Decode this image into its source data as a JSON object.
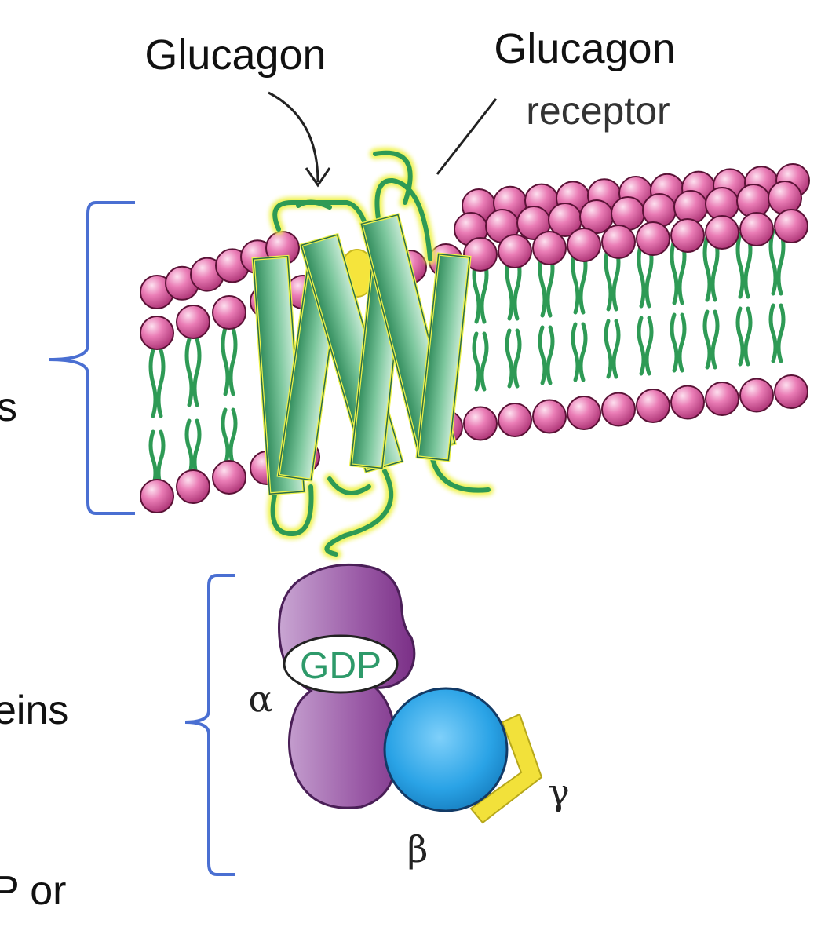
{
  "labels": {
    "glucagon": "Glucagon",
    "receptor_line1": "Glucagon",
    "receptor_line2": "receptor",
    "gdp": "GDP",
    "alpha": "α",
    "beta": "β",
    "gamma": "γ",
    "cut_text_1": "s",
    "cut_text_2": "eins",
    "cut_text_3": "P or"
  },
  "colors": {
    "headgroup": "#e46aa8",
    "lipid_tail": "#2e9a55",
    "helix": "#3f9f6e",
    "highlight": "#eef24a",
    "alpha_subunit": "#8e4a9b",
    "beta_subunit": "#1e9be0",
    "gamma_subunit": "#f2e13a",
    "bracket": "#4a6fd2",
    "gdp_text": "#2e9a6a"
  }
}
